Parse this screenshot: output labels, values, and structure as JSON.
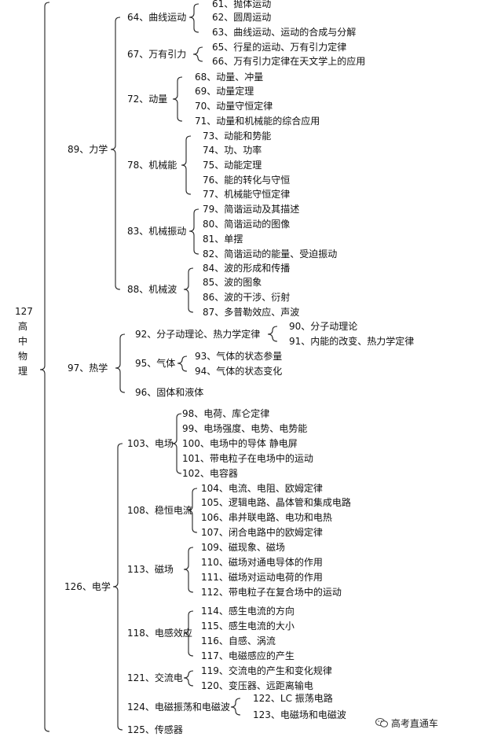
{
  "root": {
    "label": "127\n高\n中\n物\n理"
  },
  "sections": [
    {
      "label": "89、力学",
      "children": [
        {
          "label": "64、曲线运动",
          "children": [
            "61、抛体运动",
            "62、圆周运动",
            "63、曲线运动、运动的合成与分解"
          ]
        },
        {
          "label": "67、万有引力",
          "children": [
            "65、行星的运动、万有引力定律",
            "66、万有引力定律在天文学上的应用"
          ]
        },
        {
          "label": "72、动量",
          "children": [
            "68、动量、冲量",
            "69、动量定理",
            "70、动量守恒定律",
            "71、动量和机械能的综合应用"
          ]
        },
        {
          "label": "78、机械能",
          "children": [
            "73、动能和势能",
            "74、功、功率",
            "75、动能定理",
            "76、能的转化与守恒",
            "77、机械能守恒定律"
          ]
        },
        {
          "label": "83、机械振动",
          "children": [
            "79、简谐运动及其描述",
            "80、简谐运动的图像",
            "81、单摆",
            "82、简谐运动的能量、受迫振动"
          ]
        },
        {
          "label": "88、机械波",
          "children": [
            "84、波的形成和传播",
            "85、波的图象",
            "86、波的干涉、衍射",
            "87、多普勒效应、声波"
          ]
        }
      ]
    },
    {
      "label": "97、热学",
      "children": [
        {
          "label": "92、分子动理论、热力学定律",
          "children": [
            "90、分子动理论",
            "91、内能的改变、热力学定律"
          ]
        },
        {
          "label": "95、气体",
          "children": [
            "93、气体的状态参量",
            "94、气体的状态变化"
          ]
        },
        {
          "label": "96、固体和液体",
          "children": []
        }
      ]
    },
    {
      "label": "126、电学",
      "children": [
        {
          "label": "103、电场",
          "children": [
            "98、电荷、库仑定律",
            "99、电场强度、电势、电势能",
            "100、电场中的导体  静电屏",
            "101、带电粒子在电场中的运动",
            "102、电容器"
          ]
        },
        {
          "label": "108、稳恒电流",
          "children": [
            "104、电流、电阻、欧姆定律",
            "105、逻辑电路、晶体管和集成电路",
            "106、串并联电路、电功和电热",
            "107、闭合电路中的欧姆定律"
          ]
        },
        {
          "label": "113、磁场",
          "children": [
            "109、磁现象、磁场",
            "110、磁场对通电导体的作用",
            "111、磁场对运动电荷的作用",
            "112、带电粒子在复合场中的运动"
          ]
        },
        {
          "label": "118、电感效应",
          "children": [
            "114、感生电流的方向",
            "115、感生电流的大小",
            "116、自感、涡流",
            "117、电磁感应的产生"
          ]
        },
        {
          "label": "121、交流电",
          "children": [
            "119、交流电的产生和变化规律",
            "120、变压器、远距离输电"
          ]
        },
        {
          "label": "124、电磁振荡和电磁波",
          "children": [
            "122、LC 振荡电路",
            "123、电磁场和电磁波"
          ]
        },
        {
          "label": "125、传感器",
          "children": []
        }
      ]
    }
  ],
  "watermark": {
    "text": "高考直通车",
    "icon": "wechat-icon"
  }
}
